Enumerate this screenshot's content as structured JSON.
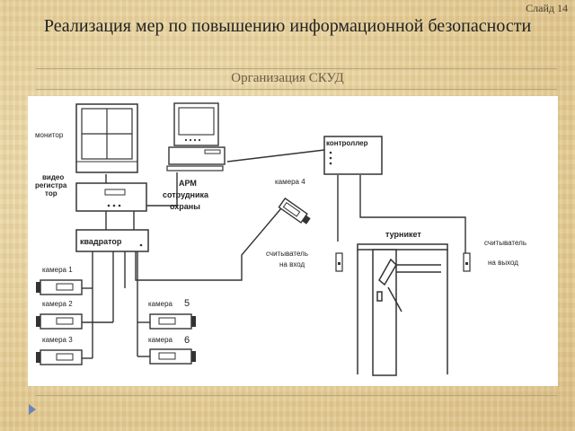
{
  "slide": {
    "number": "Слайд 14",
    "title": "Реализация мер по повышению информационной безопасности",
    "subtitle": "Организация СКУД"
  },
  "diagram": {
    "monitor": "монитор",
    "recorder_line1": "видео",
    "recorder_line2": "регистра",
    "recorder_line3": "тор",
    "quad": "квадратор",
    "arm_line1": "АРМ",
    "arm_line2": "сотрудника",
    "arm_line3": "охраны",
    "controller": "контроллер",
    "camera4": "камера 4",
    "turnstile": "турникет",
    "reader_in_line1": "считыватель",
    "reader_in_line2": "на вход",
    "reader_out_line1": "считыватель",
    "reader_out_line2": "на выход",
    "camera1": "камера 1",
    "camera2": "камера 2",
    "camera3": "камера 3",
    "camera5_label": "камера",
    "camera5_num": "5",
    "camera6_label": "камера",
    "camera6_num": "6"
  }
}
